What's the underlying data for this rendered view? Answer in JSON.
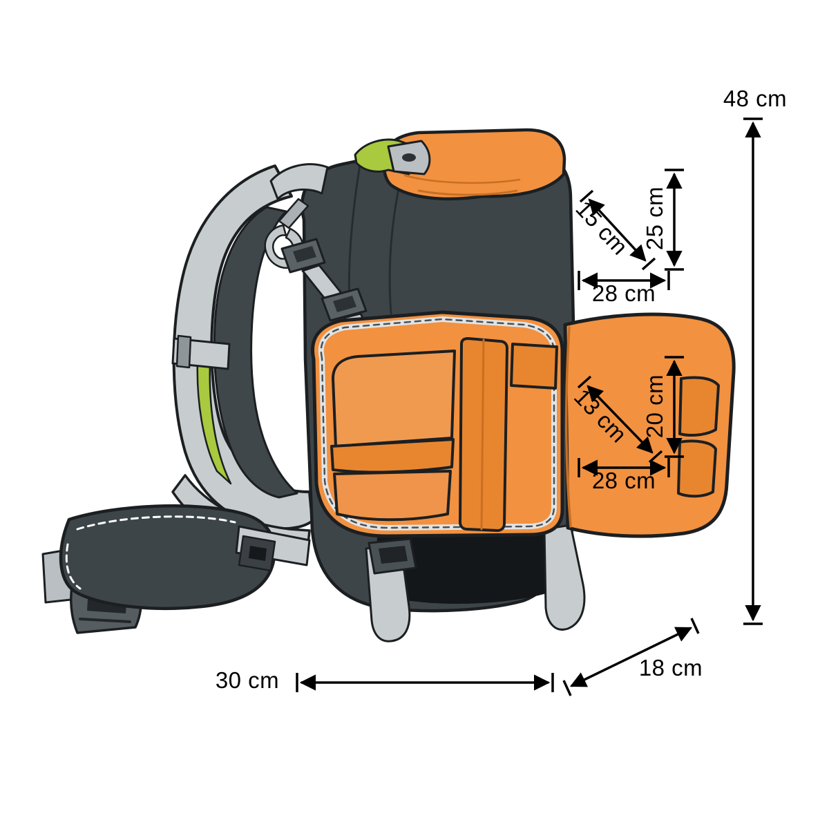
{
  "diagram": {
    "title": "Camera backpack dimension diagram",
    "labels": {
      "height_total": "48 cm",
      "lid_depth": "15 cm",
      "lid_height": "25 cm",
      "lid_width": "28 cm",
      "compartment_depth": "13 cm",
      "compartment_height": "20 cm",
      "compartment_width": "28 cm",
      "base_width": "30 cm",
      "base_depth": "18 cm"
    },
    "colors": {
      "accent_orange": "#F29140",
      "accent_orange_dark": "#E8862F",
      "body_charcoal": "#3E4549",
      "strap_gray": "#C7CCCF",
      "accent_green": "#A9C93F",
      "outline": "#1C1F21",
      "dimension_line": "#000000",
      "background": "#FFFFFF"
    }
  }
}
